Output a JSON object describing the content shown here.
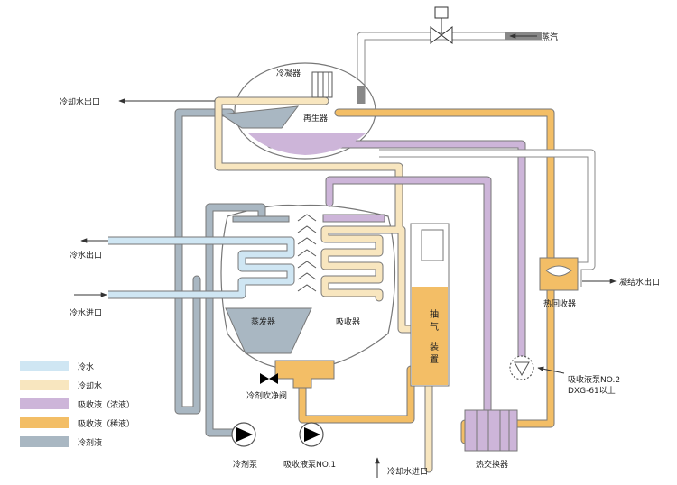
{
  "colors": {
    "chilled_water": "#cfe6f3",
    "cooling_water": "#f8e6bf",
    "strong_solution": "#cdb5d9",
    "weak_solution": "#f3be66",
    "refrigerant": "#a9b7c2",
    "steam": "#ffffff",
    "outline": "#666666"
  },
  "labels": {
    "condenser": "冷凝器",
    "generator": "再生器",
    "evaporator": "蒸发器",
    "absorber": "吸收器",
    "purge_line1": "抽",
    "purge_line2": "气",
    "purge_line3": "装",
    "purge_line4": "置",
    "cooling_water_outlet": "冷却水出口",
    "chilled_water_outlet": "冷水出口",
    "chilled_water_inlet": "冷水进口",
    "steam": "蒸汽",
    "condensate_outlet": "凝结水出口",
    "heat_recovery": "热回收器",
    "pump2_line1": "吸收液泵NO.2",
    "pump2_line2": "DXG-61以上",
    "refrigerant_valve": "冷剂吹净阀",
    "refrigerant_pump": "冷剂泵",
    "absorbent_pump1": "吸收液泵NO.1",
    "cooling_water_inlet": "冷却水进口",
    "heat_exchanger": "热交换器"
  },
  "legend": [
    {
      "label": "冷水",
      "color": "#cfe6f3"
    },
    {
      "label": "冷却水",
      "color": "#f8e6bf"
    },
    {
      "label": "吸收液（浓液）",
      "color": "#cdb5d9"
    },
    {
      "label": "吸收液（稀液）",
      "color": "#f3be66"
    },
    {
      "label": "冷剂液",
      "color": "#a9b7c2"
    }
  ]
}
